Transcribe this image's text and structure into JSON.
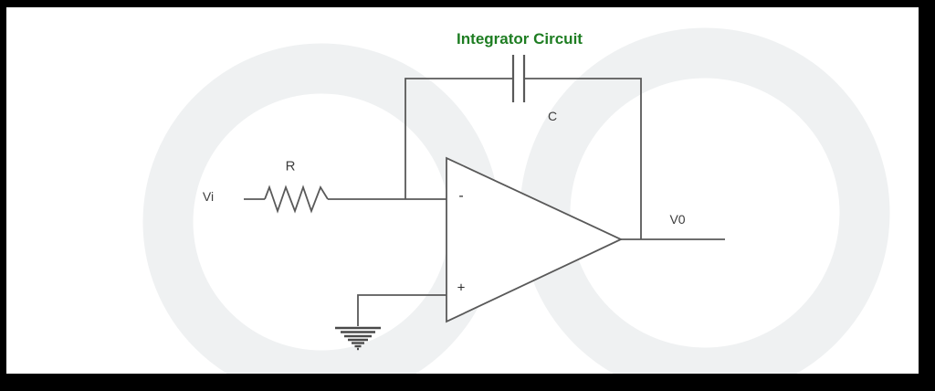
{
  "figure": {
    "title": "Integrator Circuit",
    "type": "op-amp integrator circuit diagram",
    "components": [
      "resistor",
      "capacitor",
      "op-amp",
      "ground"
    ]
  },
  "labels": {
    "input": "Vi",
    "resistor": "R",
    "capacitor": "C",
    "output": "V0",
    "inverting_input": "-",
    "non_inverting_input": "+"
  },
  "colors": {
    "title-green": "#1e7d22",
    "wire": "#595959",
    "label-text": "#3d3d3d",
    "frame": "#000000",
    "canvas": "#ffffff",
    "watermark": "#eff1f2"
  }
}
